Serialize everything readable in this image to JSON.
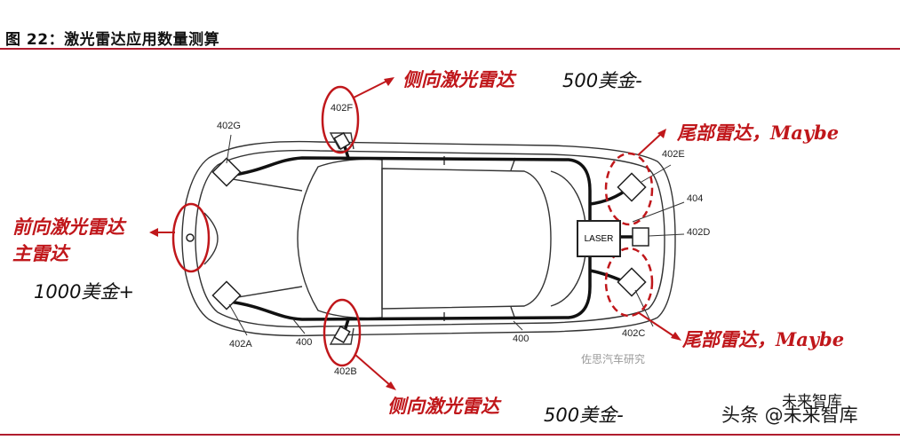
{
  "figure": {
    "title": "图 22：激光雷达应用数量测算"
  },
  "labels": {
    "side_top": "侧向激光雷达",
    "side_top_price": "500美金-",
    "rear_top": "尾部雷达，Maybe",
    "front_line1": "前向激光雷达",
    "front_line2": "主雷达",
    "front_price": "1000美金+",
    "rear_bottom": "尾部雷达，Maybe",
    "side_bottom": "侧向激光雷达",
    "side_bottom_price": "500美金-"
  },
  "callouts": {
    "c402G": "402G",
    "c402F": "402F",
    "c402E": "402E",
    "c404": "404",
    "c402D": "402D",
    "c402A": "402A",
    "c400a": "400",
    "c400b": "400",
    "c402B": "402B",
    "c402C": "402C",
    "laser": "LASER"
  },
  "watermarks": {
    "source": "佐思汽车研究",
    "brand_line": "头条 @未来智库",
    "brand_top": "未来智库"
  },
  "colors": {
    "accent_red": "#c0171b",
    "rule_red": "#b01c2e"
  }
}
